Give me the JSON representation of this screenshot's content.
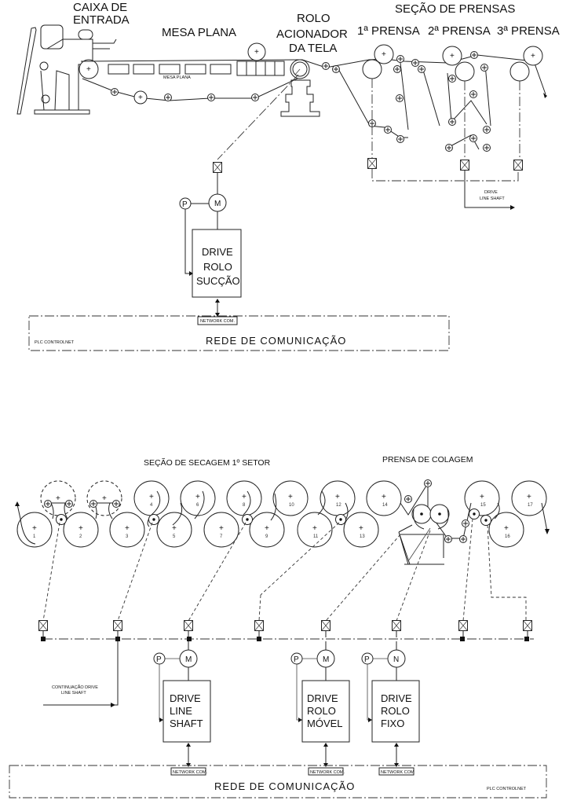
{
  "top_diagram": {
    "labels": {
      "headbox": [
        "CAIXA DE",
        "ENTRADA"
      ],
      "forming_table": "MESA PLANA",
      "forming_table_small": "MESA PLANA",
      "drive_roll": [
        "ROLO",
        "ACIONADOR",
        "DA TELA"
      ],
      "press_section": "SEÇÃO DE PRENSAS",
      "presses": [
        "1ª PRENSA",
        "2ª PRENSA",
        "3ª PRENSA"
      ],
      "drive_line_shaft": [
        "DRIVE",
        "LINE SHAFT"
      ]
    },
    "pump_symbol": "P",
    "motor_symbol": "M",
    "drive_box": [
      "DRIVE",
      "ROLO",
      "SUCÇÃO"
    ],
    "network_tag": "NETWORK COM.",
    "network": {
      "plc_label": "PLC  CONTROLNET",
      "title": "REDE DE COMUNICAÇÃO"
    }
  },
  "bottom_diagram": {
    "labels": {
      "dryer_section": "SEÇÃO DE SECAGEM 1º SETOR",
      "size_press": "PRENSA DE COLAGEM",
      "continuation": [
        "CONTINUAÇÃO DRIVE",
        "LINE SHAFT"
      ]
    },
    "dryer_numbers": [
      "1",
      "2",
      "3",
      "4",
      "5",
      "6",
      "7",
      "8",
      "9",
      "10",
      "11",
      "12",
      "13",
      "14",
      "15",
      "16",
      "17"
    ],
    "drives": [
      {
        "pump": "P",
        "motor": "M",
        "box": [
          "DRIVE",
          "LINE",
          "SHAFT"
        ],
        "network_tag": "NETWORK COM."
      },
      {
        "pump": "P",
        "motor": "M",
        "box": [
          "DRIVE",
          "ROLO",
          "MÓVEL"
        ],
        "network_tag": "NETWORK COM."
      },
      {
        "pump": "P",
        "motor": "N",
        "box": [
          "DRIVE",
          "ROLO",
          "FIXO"
        ],
        "network_tag": "NETWORK COM"
      }
    ],
    "network": {
      "title": "REDE DE COMUNICAÇÃO",
      "plc_label": "PLC CONTROLNET"
    }
  }
}
